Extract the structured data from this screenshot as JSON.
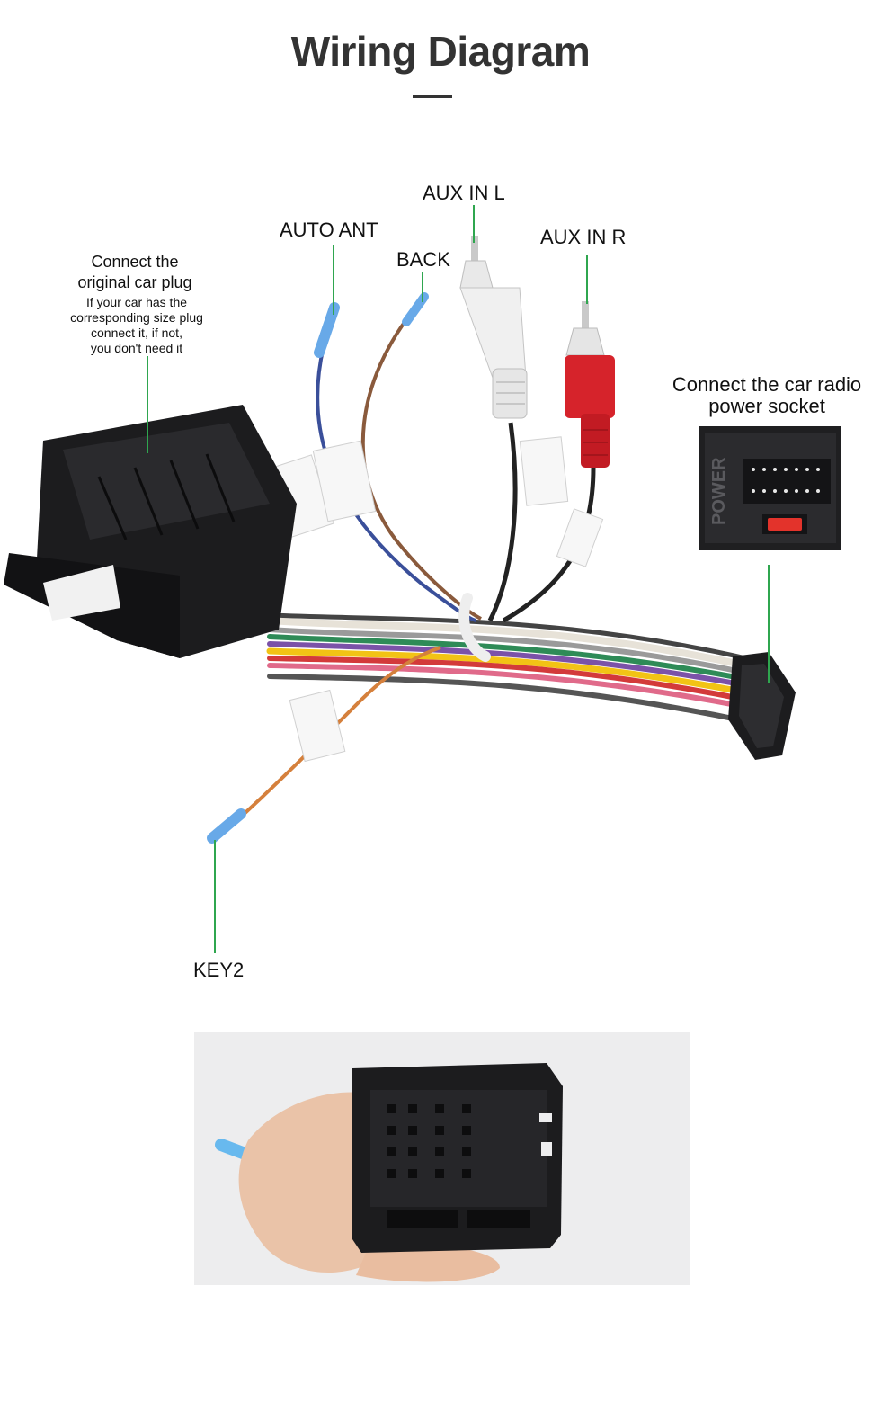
{
  "header": {
    "title": "Wiring Diagram"
  },
  "labels": {
    "aux_in_l": "AUX IN L",
    "auto_ant": "AUTO ANT",
    "back": "BACK",
    "aux_in_r": "AUX IN R",
    "key2": "KEY2",
    "car_plug_title_1": "Connect the",
    "car_plug_title_2": "original car plug",
    "car_plug_note_1": "If your car has the",
    "car_plug_note_2": "corresponding size plug",
    "car_plug_note_3": "connect it, if not,",
    "car_plug_note_4": "you don't need it",
    "radio_socket_1": "Connect the car radio",
    "radio_socket_2": "power socket"
  },
  "socket": {
    "power_text": "POWER"
  },
  "colors": {
    "leader_line": "#2fa64f",
    "connector": "#1c1c1e",
    "rca_white": "#e9e9e9",
    "rca_red": "#d6232b",
    "wire_blue": "#3a4f9a",
    "wire_brown": "#8a5a3c",
    "wire_orange": "#d5803c"
  }
}
